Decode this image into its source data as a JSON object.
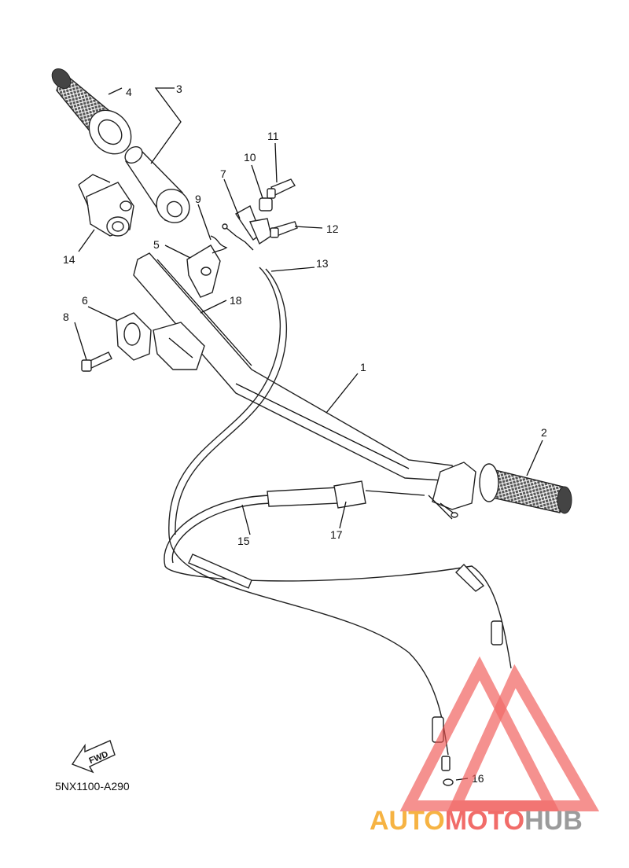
{
  "diagram": {
    "part_code": "5NX1100-A290",
    "fwd_label": "FWD",
    "callouts": [
      "1",
      "2",
      "3",
      "4",
      "5",
      "6",
      "7",
      "8",
      "9",
      "10",
      "11",
      "12",
      "13",
      "14",
      "15",
      "16",
      "17",
      "18"
    ]
  },
  "watermark": {
    "text_part1": "AUTO",
    "text_part2": "MOTO",
    "text_part3": "HUB",
    "color_orange": "#f5a623",
    "color_red": "#ef5350",
    "color_gray": "#8a8a8a"
  }
}
